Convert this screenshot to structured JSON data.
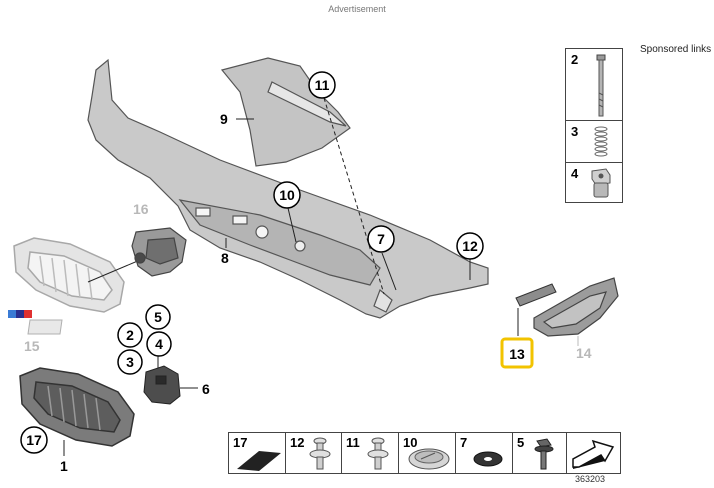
{
  "header": {
    "advertisement": "Advertisement",
    "sponsored_links": "Sponsored links"
  },
  "callouts": {
    "c1": "1",
    "c2": "2",
    "c3": "3",
    "c4": "4",
    "c5": "5",
    "c6": "6",
    "c7": "7",
    "c8": "8",
    "c9": "9",
    "c10": "10",
    "c11": "11",
    "c12": "12",
    "c13": "13",
    "c14": "14",
    "c15": "15",
    "c16": "16",
    "c17": "17"
  },
  "hardware_box": [
    {
      "num": "2"
    },
    {
      "num": "3"
    },
    {
      "num": "4"
    }
  ],
  "legend": [
    {
      "num": "17"
    },
    {
      "num": "12"
    },
    {
      "num": "11"
    },
    {
      "num": "10"
    },
    {
      "num": "7"
    },
    {
      "num": "5"
    }
  ],
  "reference_number": "363203",
  "colors": {
    "highlight": "#f2c300",
    "part_grey": "#8a8a8a",
    "light_grey": "#d4d4d4"
  }
}
